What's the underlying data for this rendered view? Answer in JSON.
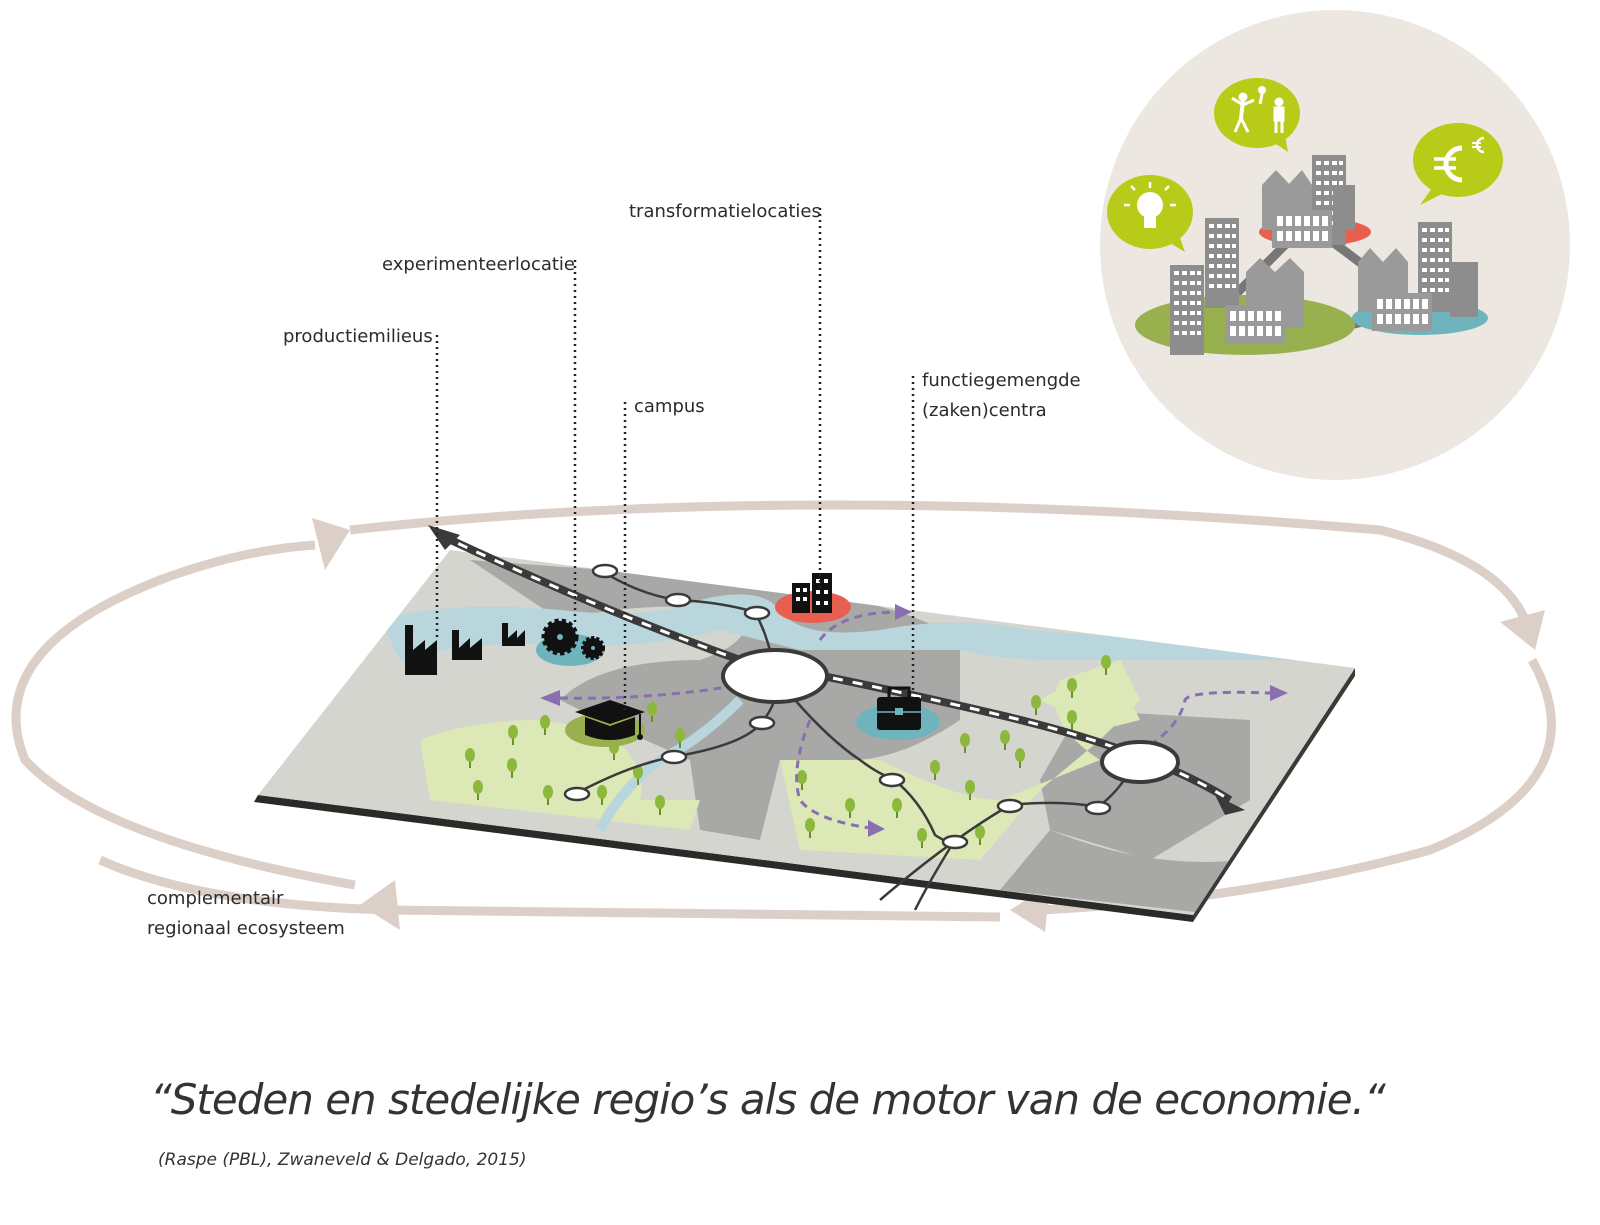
{
  "labels": {
    "transformatielocaties": "transformatielocaties",
    "experimenteerlocatie": "experimenteerlocatie",
    "productiemilieus": "productiemilieus",
    "campus": "campus",
    "functiegemengde_line1": "functiegemengde",
    "functiegemengde_line2": "(zaken)centra",
    "ecosysteem_line1": "complementair",
    "ecosysteem_line2": "regionaal ecosysteem"
  },
  "quote": "“Steden en stedelijke regio’s als de motor van de economie.“",
  "source": "(Raspe (PBL), Zwaneveld & Delgado, 2015)",
  "icons": [
    "factory-icon",
    "gears-icon",
    "graduation-cap-icon",
    "buildings-icon",
    "briefcase-icon",
    "lightbulb-icon",
    "people-icon",
    "euro-icon"
  ],
  "colors": {
    "ring": "#dccfc8",
    "circle_bg": "#ede7e1",
    "water": "#b9d6dd",
    "green": "#dce8b5",
    "urban": "#a8a8a6",
    "land": "#d4d5cf",
    "tree": "#8cb83c",
    "accent_red": "#e85f50",
    "accent_teal": "#6fb3bc",
    "accent_green": "#99b04f",
    "flow_purple": "#8a6fb0",
    "bubble_green": "#b8cb19"
  }
}
